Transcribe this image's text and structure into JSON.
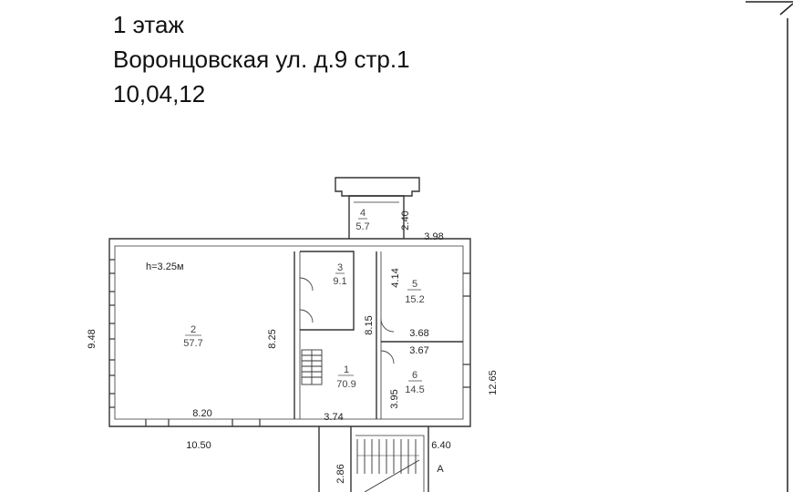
{
  "header": {
    "floor": "1 этаж",
    "address": "Воронцовская ул. д.9 стр.1",
    "date": "10,04,12"
  },
  "plan": {
    "ceiling_height": "h=3.25м",
    "rooms": [
      {
        "id": "1",
        "area": "70.9"
      },
      {
        "id": "2",
        "area": "57.7"
      },
      {
        "id": "3",
        "area": "9.1"
      },
      {
        "id": "4",
        "area": "5.7"
      },
      {
        "id": "5",
        "area": "15.2"
      },
      {
        "id": "6",
        "area": "14.5"
      }
    ],
    "dimensions": {
      "top_right_width": "3.98",
      "vestibule_depth": "2.40",
      "left_height": "9.48",
      "hall_height": "8.25",
      "hall_width": "8.20",
      "total_width": "10.50",
      "corridor_height": "8.15",
      "corridor_width": "3.74",
      "room5_height": "4.14",
      "room5_width": "3.68",
      "room6_width": "3.67",
      "room6_height": "3.95",
      "right_height": "12.65",
      "stair_width": "6.40",
      "stair_depth": "2.86"
    },
    "stair_marker": "А"
  }
}
